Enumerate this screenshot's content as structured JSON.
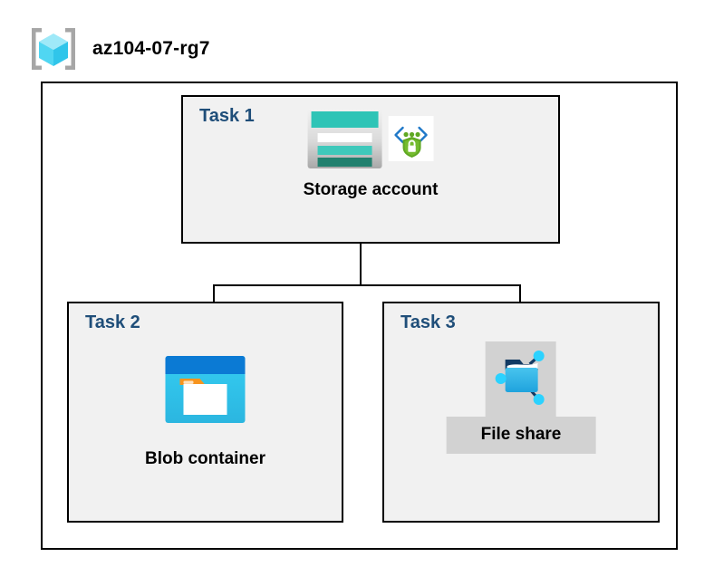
{
  "header": {
    "icon": "resource-group-icon",
    "title": "az104-07-rg7"
  },
  "diagram": {
    "container_name": "resource-group-container",
    "tasks": [
      {
        "id": "task-1",
        "label": "Task 1",
        "node": {
          "caption": "Storage account",
          "icons": [
            "storage-account-icon",
            "secure-endpoint-shield-icon"
          ],
          "highlighted": false
        }
      },
      {
        "id": "task-2",
        "label": "Task 2",
        "node": {
          "caption": "Blob container",
          "icons": [
            "blob-container-icon"
          ],
          "highlighted": false
        }
      },
      {
        "id": "task-3",
        "label": "Task 3",
        "node": {
          "caption": "File share",
          "icons": [
            "file-share-icon"
          ],
          "highlighted": true
        }
      }
    ],
    "connectors": [
      {
        "name": "storage-account-to-bus",
        "from": "Storage account",
        "to": "branch-bus"
      },
      {
        "name": "bus-to-blob-container",
        "from": "branch-bus",
        "to": "Blob container"
      },
      {
        "name": "bus-to-file-share",
        "from": "branch-bus",
        "to": "File share"
      }
    ]
  },
  "colors": {
    "task_label": "#1F4E79",
    "box_fill": "#F1F1F1",
    "box_border": "#000000",
    "container_fill": "#FFFFFF",
    "highlight": "#D2D2D2",
    "storage_teal": "#2EC4B6",
    "storage_teal_dark": "#22816F",
    "blob_blue": "#0078D4",
    "blob_cyan": "#32C8F0",
    "blob_orange": "#F7941E",
    "fileshare_blue": "#32B0E7",
    "node_cyan": "#2BD2FF",
    "shield_green": "#5FA822",
    "rg_cube_cyan": "#7FE3F5",
    "bracket_gray": "#A6A6A6"
  }
}
